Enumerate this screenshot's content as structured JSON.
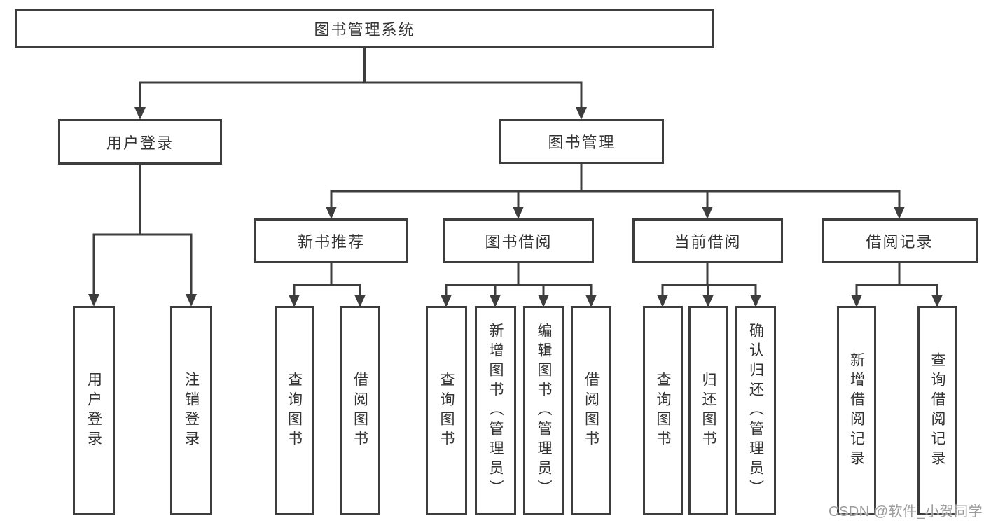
{
  "colors": {
    "line": "#3d3d3d",
    "text": "#333333",
    "watermark": "#9b9b9b",
    "background": "#ffffff"
  },
  "tree": {
    "root": {
      "label": "图书管理系统"
    },
    "branches": [
      {
        "label": "用户登录",
        "children": [
          {
            "label": "用户登录"
          },
          {
            "label": "注销登录"
          }
        ]
      },
      {
        "label": "图书管理",
        "children": [
          {
            "label": "新书推荐",
            "children": [
              {
                "label": "查询图书"
              },
              {
                "label": "借阅图书"
              }
            ]
          },
          {
            "label": "图书借阅",
            "children": [
              {
                "label": "查询图书"
              },
              {
                "label": "新增图书（管理员）"
              },
              {
                "label": "编辑图书（管理员）"
              },
              {
                "label": "借阅图书"
              }
            ]
          },
          {
            "label": "当前借阅",
            "children": [
              {
                "label": "查询图书"
              },
              {
                "label": "归还图书"
              },
              {
                "label": "确认归还（管理员）"
              }
            ]
          },
          {
            "label": "借阅记录",
            "children": [
              {
                "label": "新增借阅记录"
              },
              {
                "label": "查询借阅记录"
              }
            ]
          }
        ]
      }
    ]
  },
  "watermark": {
    "text": "CSDN @软件_小贺同学"
  }
}
